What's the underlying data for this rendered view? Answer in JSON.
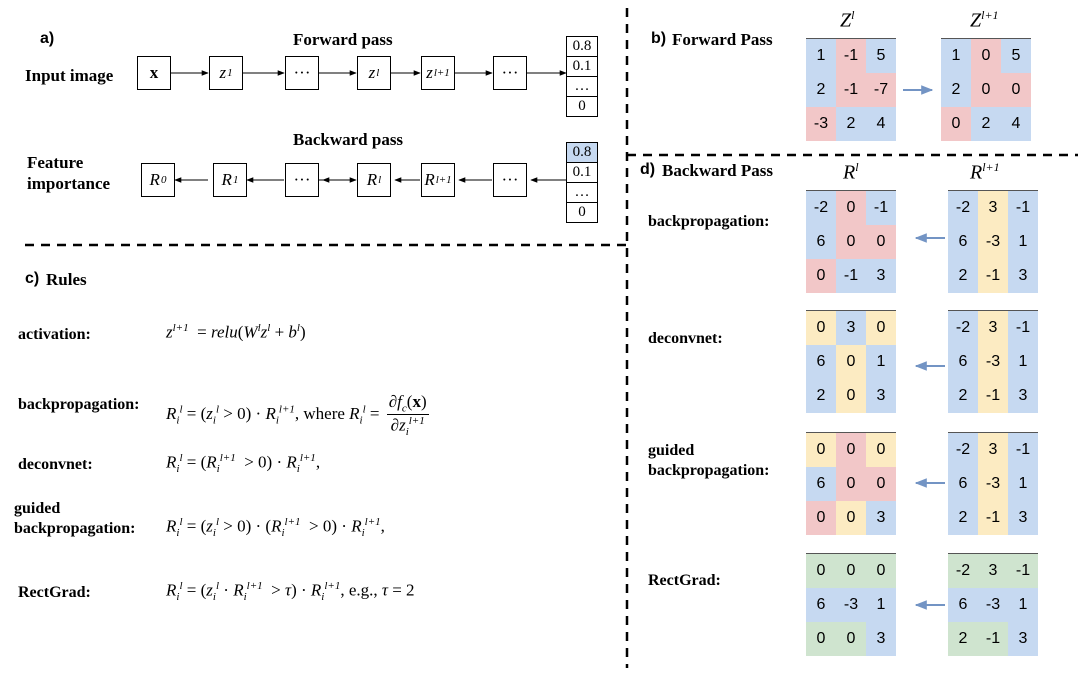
{
  "panel_a": {
    "label": "a)",
    "forward_title": "Forward pass",
    "backward_title": "Backward pass",
    "row1_label": "Input image",
    "row2_label_line1": "Feature",
    "row2_label_line2": "importance",
    "forward_nodes": [
      "x",
      "z",
      "···",
      "z",
      "z",
      "···"
    ],
    "forward_sups": [
      "",
      "1",
      "",
      "l",
      "l+1",
      ""
    ],
    "backward_nodes": [
      "R",
      "R",
      "···",
      "R",
      "R",
      "···"
    ],
    "backward_sups": [
      "0",
      "1",
      "",
      "l",
      "l+1",
      ""
    ],
    "outputs": [
      "0.8",
      "0.1",
      "…",
      "0"
    ]
  },
  "panel_b": {
    "label": "b)",
    "title": "Forward Pass",
    "left_title": "Z",
    "left_sup": "l",
    "right_title": "Z",
    "right_sup": "l+1",
    "left_matrix": [
      [
        "1",
        "-1",
        "5"
      ],
      [
        "2",
        "-1",
        "-7"
      ],
      [
        "-3",
        "2",
        "4"
      ]
    ],
    "right_matrix": [
      [
        "1",
        "0",
        "5"
      ],
      [
        "2",
        "0",
        "0"
      ],
      [
        "0",
        "2",
        "4"
      ]
    ],
    "left_colors": [
      [
        "b",
        "r",
        "b"
      ],
      [
        "b",
        "r",
        "r"
      ],
      [
        "r",
        "b",
        "b"
      ]
    ],
    "right_colors": [
      [
        "b",
        "r",
        "b"
      ],
      [
        "b",
        "r",
        "r"
      ],
      [
        "r",
        "b",
        "b"
      ]
    ]
  },
  "panel_c": {
    "label": "c)",
    "title": "Rules",
    "rules": [
      {
        "name": "activation:"
      },
      {
        "name": "backpropagation:"
      },
      {
        "name": "deconvnet:"
      },
      {
        "name_line1": "guided",
        "name_line2": "backpropagation:"
      },
      {
        "name": "RectGrad:"
      }
    ]
  },
  "panel_d": {
    "label": "d)",
    "title": "Backward Pass",
    "left_title": "R",
    "left_sup": "l",
    "right_title": "R",
    "right_sup": "l+1",
    "rows": [
      {
        "name": "backpropagation:",
        "left": [
          [
            "-2",
            "0",
            "-1"
          ],
          [
            "6",
            "0",
            "0"
          ],
          [
            "0",
            "-1",
            "3"
          ]
        ],
        "left_colors": [
          [
            "b",
            "r",
            "b"
          ],
          [
            "b",
            "r",
            "r"
          ],
          [
            "r",
            "b",
            "b"
          ]
        ],
        "right": [
          [
            "-2",
            "3",
            "-1"
          ],
          [
            "6",
            "-3",
            "1"
          ],
          [
            "2",
            "-1",
            "3"
          ]
        ],
        "right_colors": [
          [
            "b",
            "y",
            "b"
          ],
          [
            "b",
            "y",
            "b"
          ],
          [
            "b",
            "y",
            "b"
          ]
        ]
      },
      {
        "name": "deconvnet:",
        "left": [
          [
            "0",
            "3",
            "0"
          ],
          [
            "6",
            "0",
            "1"
          ],
          [
            "2",
            "0",
            "3"
          ]
        ],
        "left_colors": [
          [
            "y",
            "b",
            "y"
          ],
          [
            "b",
            "y",
            "b"
          ],
          [
            "b",
            "y",
            "b"
          ]
        ],
        "right": [
          [
            "-2",
            "3",
            "-1"
          ],
          [
            "6",
            "-3",
            "1"
          ],
          [
            "2",
            "-1",
            "3"
          ]
        ],
        "right_colors": [
          [
            "b",
            "y",
            "b"
          ],
          [
            "b",
            "y",
            "b"
          ],
          [
            "b",
            "y",
            "b"
          ]
        ]
      },
      {
        "name_line1": "guided",
        "name_line2": "backpropagation:",
        "left": [
          [
            "0",
            "0",
            "0"
          ],
          [
            "6",
            "0",
            "0"
          ],
          [
            "0",
            "0",
            "3"
          ]
        ],
        "left_colors": [
          [
            "y",
            "r",
            "y"
          ],
          [
            "b",
            "r",
            "r"
          ],
          [
            "r",
            "y",
            "b"
          ]
        ],
        "right": [
          [
            "-2",
            "3",
            "-1"
          ],
          [
            "6",
            "-3",
            "1"
          ],
          [
            "2",
            "-1",
            "3"
          ]
        ],
        "right_colors": [
          [
            "b",
            "y",
            "b"
          ],
          [
            "b",
            "y",
            "b"
          ],
          [
            "b",
            "y",
            "b"
          ]
        ]
      },
      {
        "name": "RectGrad:",
        "left": [
          [
            "0",
            "0",
            "0"
          ],
          [
            "6",
            "-3",
            "1"
          ],
          [
            "0",
            "0",
            "3"
          ]
        ],
        "left_colors": [
          [
            "g",
            "g",
            "g"
          ],
          [
            "b",
            "b",
            "b"
          ],
          [
            "g",
            "g",
            "b"
          ]
        ],
        "right": [
          [
            "-2",
            "3",
            "-1"
          ],
          [
            "6",
            "-3",
            "1"
          ],
          [
            "2",
            "-1",
            "3"
          ]
        ],
        "right_colors": [
          [
            "g",
            "g",
            "g"
          ],
          [
            "b",
            "b",
            "b"
          ],
          [
            "g",
            "g",
            "b"
          ]
        ]
      }
    ]
  },
  "colors": {
    "b": "#c6d9f1",
    "r": "#f2c7c8",
    "y": "#fcebc2",
    "g": "#cfe4cf",
    "arrow": "#7394c4"
  }
}
